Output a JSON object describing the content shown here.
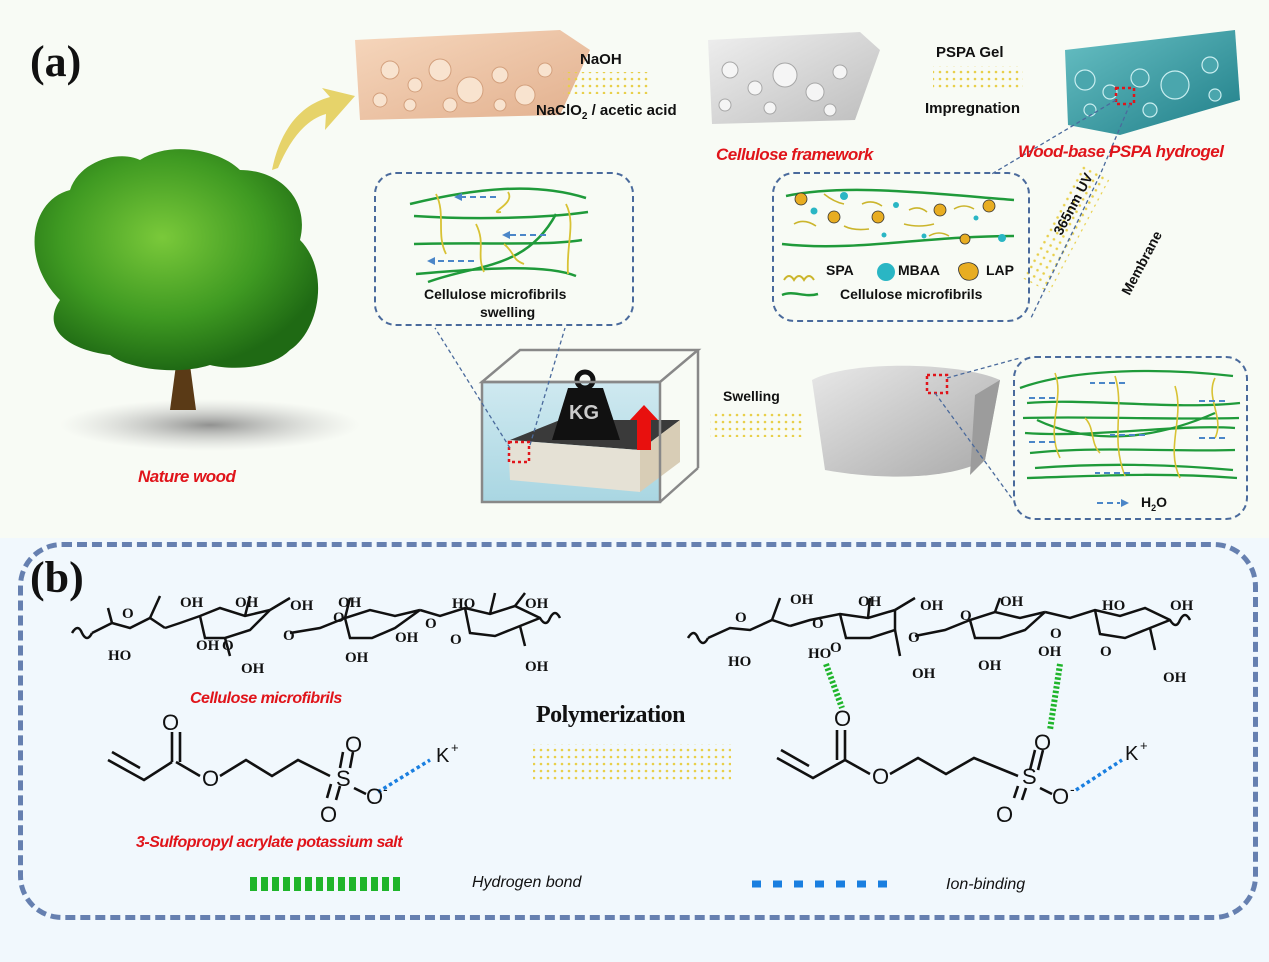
{
  "panel_a": {
    "label": "(a)",
    "tree_caption": "Nature wood",
    "step1": {
      "top": "NaOH",
      "bottom_main": "NaClO",
      "bottom_sub": "2",
      "bottom_rest": " / acetic acid"
    },
    "cellulose_framework_caption": "Cellulose framework",
    "step2": {
      "top": "PSPA Gel",
      "bottom": "Impregnation"
    },
    "hydrogel_caption": "Wood-base PSPA hydrogel",
    "uv_step": {
      "line1": "365nm  UV",
      "line2": "Membrane"
    },
    "legend_box": {
      "items": [
        {
          "icon": "spa-chain-icon",
          "label": "SPA"
        },
        {
          "icon": "mbaa-sphere-icon",
          "label": "MBAA"
        },
        {
          "icon": "lap-particle-icon",
          "label": "LAP"
        }
      ],
      "fibril_label": "Cellulose  microfibrils"
    },
    "swelling_box": {
      "line1": "Cellulose  microfibrils",
      "line2": "swelling"
    },
    "weight_label": "KG",
    "swelling_step": "Swelling",
    "water_legend": {
      "main": "H",
      "sub": "2",
      "rest": "O"
    },
    "colors": {
      "accent_red": "#e0141a",
      "fibril_green": "#1f9a3a",
      "chain_yellow": "#d8c234",
      "arrow_blue": "#4b86c8",
      "dash_blue": "#4a6a9c"
    }
  },
  "panel_b": {
    "label": "(b)",
    "cellulose_caption": "Cellulose  microfibrils",
    "monomer_caption": "3-Sulfopropyl acrylate potassium salt",
    "reaction_label": "Polymerization",
    "atoms": {
      "O": "O",
      "S": "S",
      "OH": "OH",
      "HO": "HO",
      "K": "K",
      "plus": "+",
      "minus": "-"
    },
    "legend": [
      {
        "icon": "hydrogen-bond-line-icon",
        "label": "Hydrogen bond",
        "color": "#1fb52b"
      },
      {
        "icon": "ion-binding-line-icon",
        "label": "Ion-binding",
        "color": "#1a7fe0"
      }
    ]
  }
}
